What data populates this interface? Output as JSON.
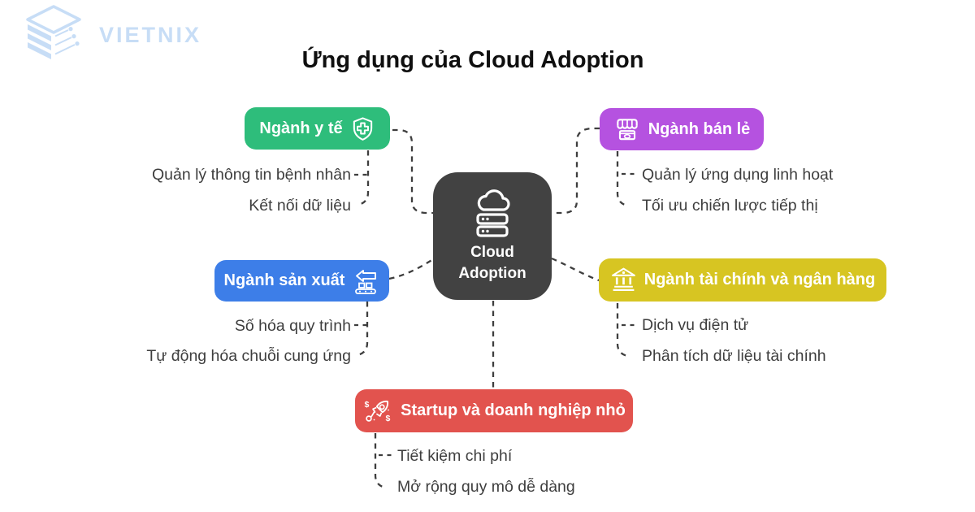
{
  "logo": {
    "brand": "VIETNIX"
  },
  "title": "Ứng dụng của Cloud Adoption",
  "center": {
    "label": "Cloud Adoption",
    "icon": "cloud-server-icon",
    "color": "#424242"
  },
  "branches": [
    {
      "id": "healthcare",
      "label": "Ngành y tế",
      "color": "#2ebd7b",
      "icon": "shield-cross-icon",
      "leaves": [
        "Quản lý thông tin bệnh nhân",
        "Kết nối dữ liệu"
      ]
    },
    {
      "id": "retail",
      "label": "Ngành bán lẻ",
      "color": "#b552e0",
      "icon": "storefront-icon",
      "leaves": [
        "Quản lý ứng dụng linh hoạt",
        "Tối ưu chiến lược tiếp thị"
      ]
    },
    {
      "id": "manufacturing",
      "label": "Ngành sản xuất",
      "color": "#3d7ee8",
      "icon": "conveyor-icon",
      "leaves": [
        "Số hóa quy trình",
        "Tự động hóa chuỗi cung ứng"
      ]
    },
    {
      "id": "finance",
      "label": "Ngành tài chính và ngân hàng",
      "color": "#d7c522",
      "icon": "bank-icon",
      "leaves": [
        "Dịch vụ điện tử",
        "Phân tích dữ liệu tài chính"
      ]
    },
    {
      "id": "startup",
      "label": "Startup và doanh nghiệp nhỏ",
      "color": "#e2534e",
      "icon": "rocket-dollar-icon",
      "leaves": [
        "Tiết kiệm chi phí",
        "Mở rộng quy mô dễ dàng"
      ]
    }
  ],
  "colors": {
    "connector": "#3e3e3e",
    "leaf_text": "#3e3e3e",
    "logo": "#c7ddf6",
    "title_text": "#0f0f0f",
    "background": "#ffffff"
  }
}
